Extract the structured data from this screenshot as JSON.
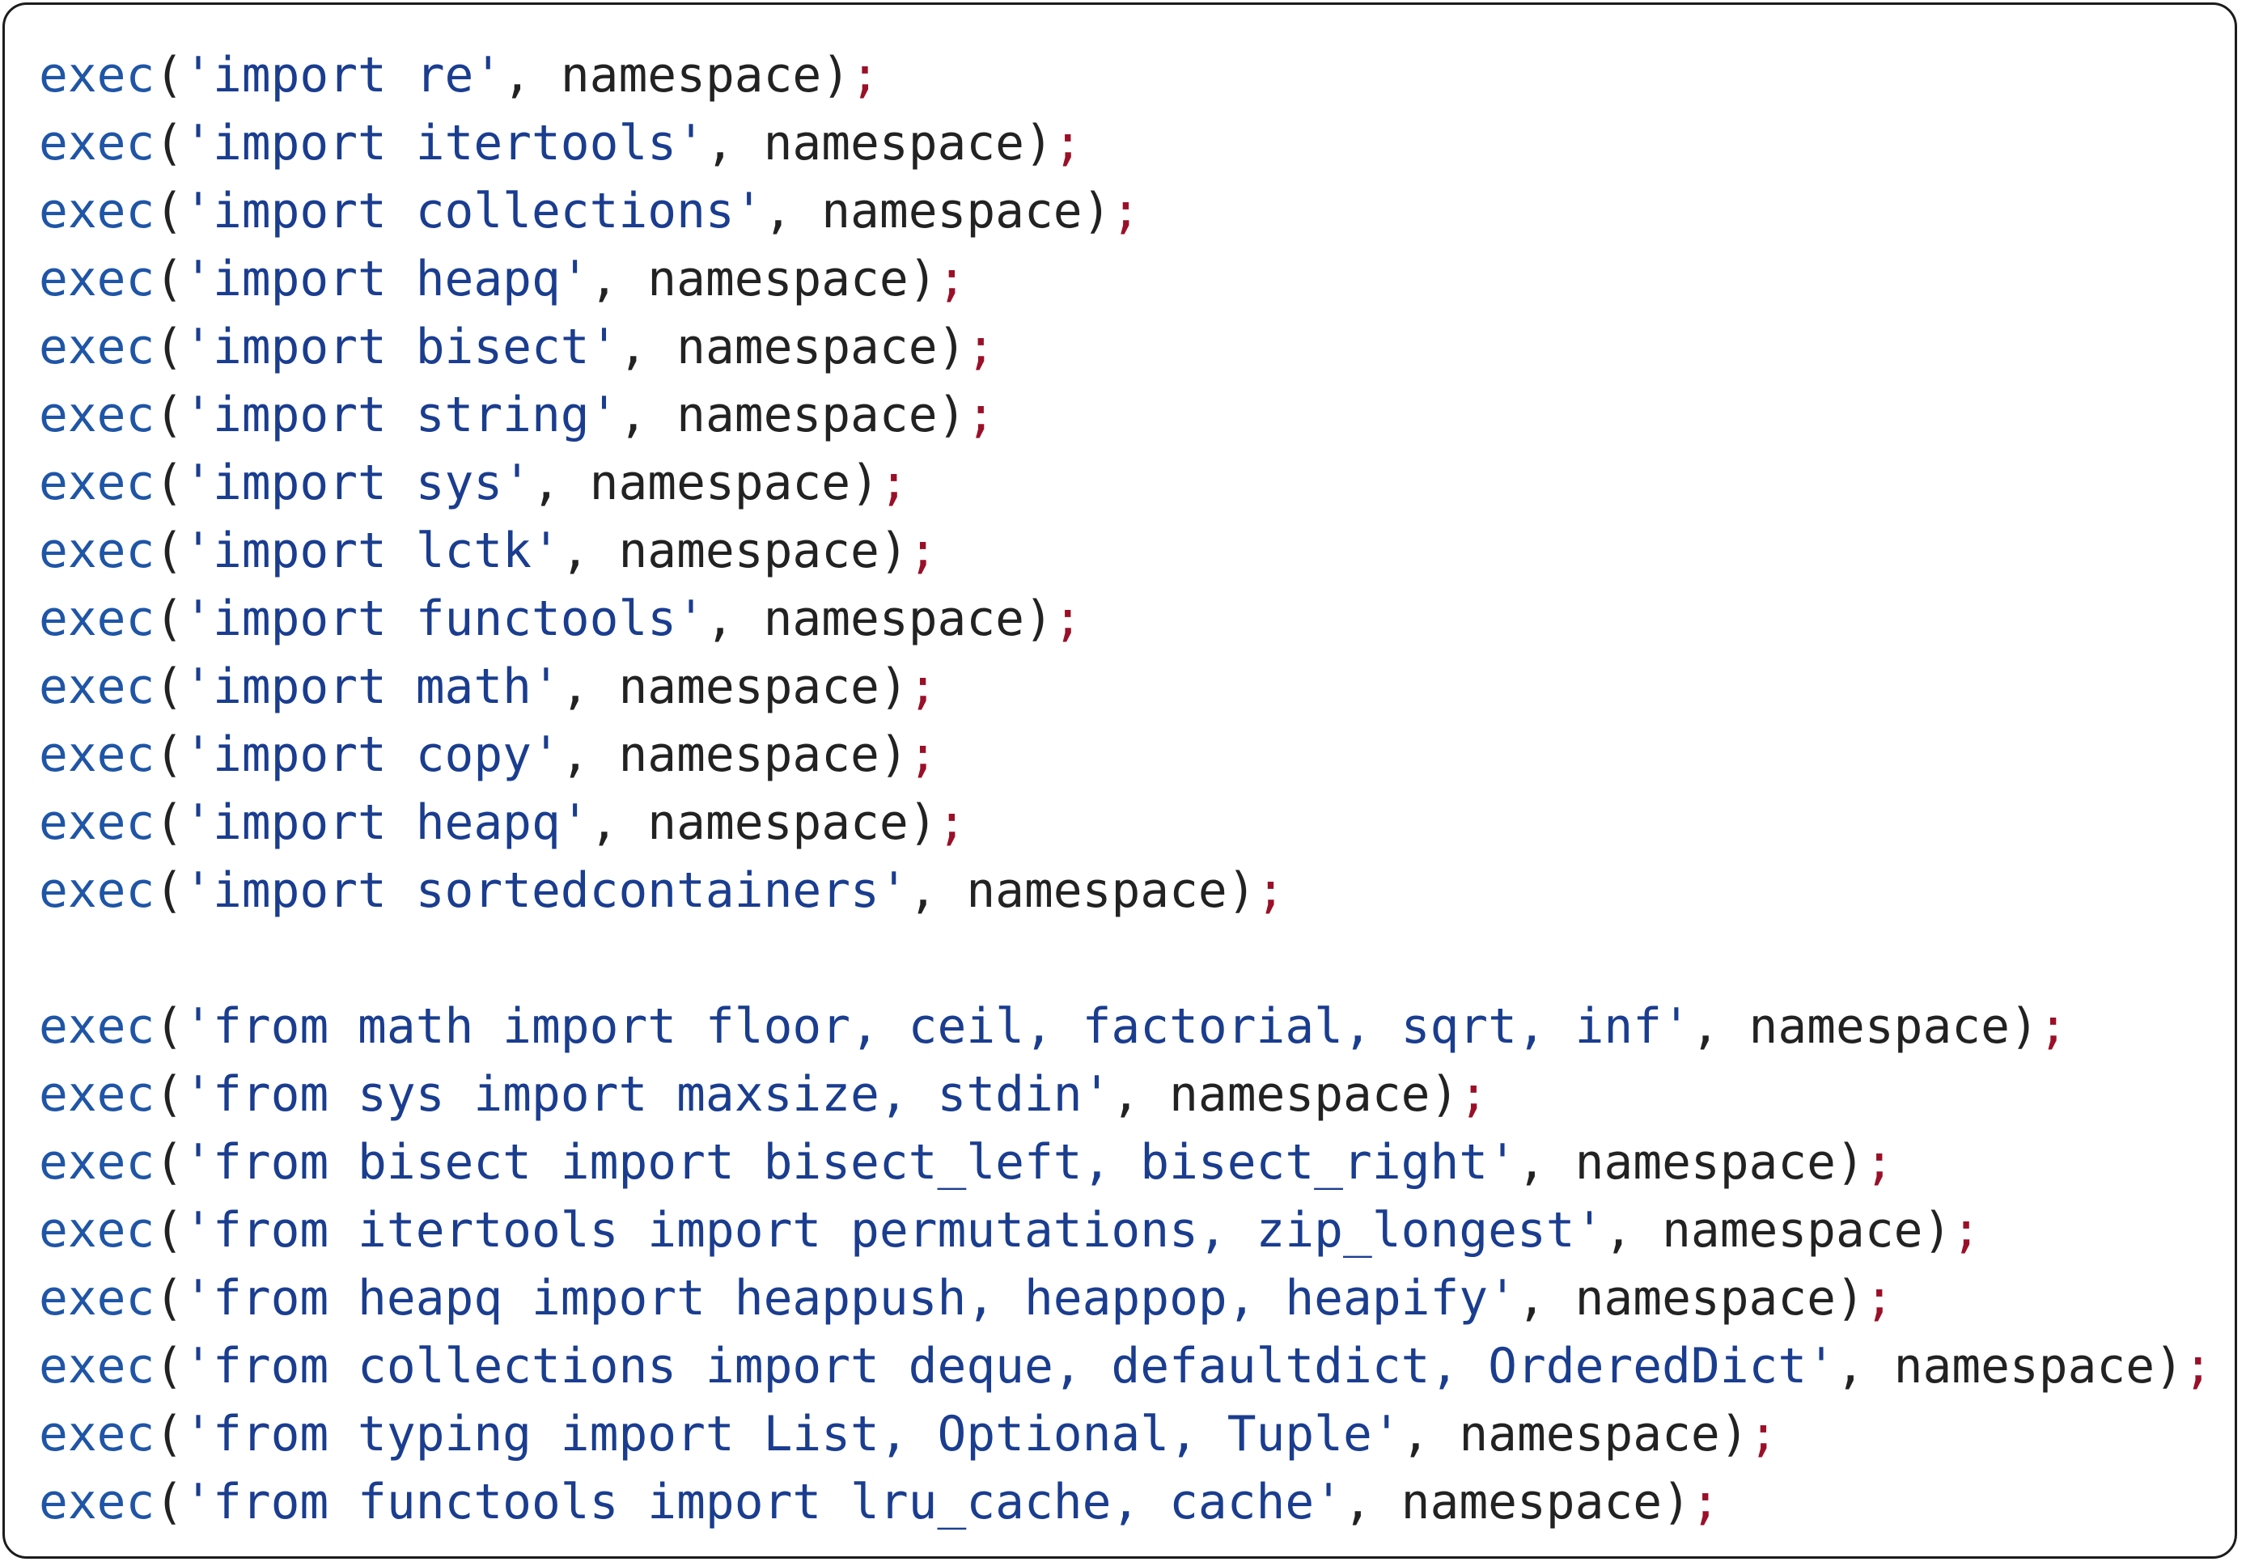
{
  "colors": {
    "function": "#1f55a6",
    "string": "#1a3d8f",
    "text": "#222222",
    "semicolon": "#9a1028",
    "border": "#1c1c1c",
    "background": "#ffffff"
  },
  "code": {
    "lines": [
      {
        "fn": "exec",
        "open": "(",
        "str": "'import re'",
        "sep": ", ",
        "arg": "namespace",
        "close": ")",
        "semi": ";"
      },
      {
        "fn": "exec",
        "open": "(",
        "str": "'import itertools'",
        "sep": ", ",
        "arg": "namespace",
        "close": ")",
        "semi": ";"
      },
      {
        "fn": "exec",
        "open": "(",
        "str": "'import collections'",
        "sep": ", ",
        "arg": "namespace",
        "close": ")",
        "semi": ";"
      },
      {
        "fn": "exec",
        "open": "(",
        "str": "'import heapq'",
        "sep": ", ",
        "arg": "namespace",
        "close": ")",
        "semi": ";"
      },
      {
        "fn": "exec",
        "open": "(",
        "str": "'import bisect'",
        "sep": ", ",
        "arg": "namespace",
        "close": ")",
        "semi": ";"
      },
      {
        "fn": "exec",
        "open": "(",
        "str": "'import string'",
        "sep": ", ",
        "arg": "namespace",
        "close": ")",
        "semi": ";"
      },
      {
        "fn": "exec",
        "open": "(",
        "str": "'import sys'",
        "sep": ", ",
        "arg": "namespace",
        "close": ")",
        "semi": ";"
      },
      {
        "fn": "exec",
        "open": "(",
        "str": "'import lctk'",
        "sep": ", ",
        "arg": "namespace",
        "close": ")",
        "semi": ";"
      },
      {
        "fn": "exec",
        "open": "(",
        "str": "'import functools'",
        "sep": ", ",
        "arg": "namespace",
        "close": ")",
        "semi": ";"
      },
      {
        "fn": "exec",
        "open": "(",
        "str": "'import math'",
        "sep": ", ",
        "arg": "namespace",
        "close": ")",
        "semi": ";"
      },
      {
        "fn": "exec",
        "open": "(",
        "str": "'import copy'",
        "sep": ", ",
        "arg": "namespace",
        "close": ")",
        "semi": ";"
      },
      {
        "fn": "exec",
        "open": "(",
        "str": "'import heapq'",
        "sep": ", ",
        "arg": "namespace",
        "close": ")",
        "semi": ";"
      },
      {
        "fn": "exec",
        "open": "(",
        "str": "'import sortedcontainers'",
        "sep": ", ",
        "arg": "namespace",
        "close": ")",
        "semi": ";"
      },
      {
        "fn": "exec",
        "open": "(",
        "str": "'from math import floor, ceil, factorial, sqrt, inf'",
        "sep": ", ",
        "arg": "namespace",
        "close": ")",
        "semi": ";"
      },
      {
        "fn": "exec",
        "open": "(",
        "str": "'from sys import maxsize, stdin'",
        "sep": ", ",
        "arg": "namespace",
        "close": ")",
        "semi": ";"
      },
      {
        "fn": "exec",
        "open": "(",
        "str": "'from bisect import bisect_left, bisect_right'",
        "sep": ", ",
        "arg": "namespace",
        "close": ")",
        "semi": ";"
      },
      {
        "fn": "exec",
        "open": "(",
        "str": "'from itertools import permutations, zip_longest'",
        "sep": ", ",
        "arg": "namespace",
        "close": ")",
        "semi": ";"
      },
      {
        "fn": "exec",
        "open": "(",
        "str": "'from heapq import heappush, heappop, heapify'",
        "sep": ", ",
        "arg": "namespace",
        "close": ")",
        "semi": ";"
      },
      {
        "fn": "exec",
        "open": "(",
        "str": "'from collections import deque, defaultdict, OrderedDict'",
        "sep": ", ",
        "arg": "namespace",
        "close": ")",
        "semi": ";"
      },
      {
        "fn": "exec",
        "open": "(",
        "str": "'from typing import List, Optional, Tuple'",
        "sep": ", ",
        "arg": "namespace",
        "close": ")",
        "semi": ";"
      },
      {
        "fn": "exec",
        "open": "(",
        "str": "'from functools import lru_cache, cache'",
        "sep": ", ",
        "arg": "namespace",
        "close": ")",
        "semi": ";"
      }
    ]
  }
}
